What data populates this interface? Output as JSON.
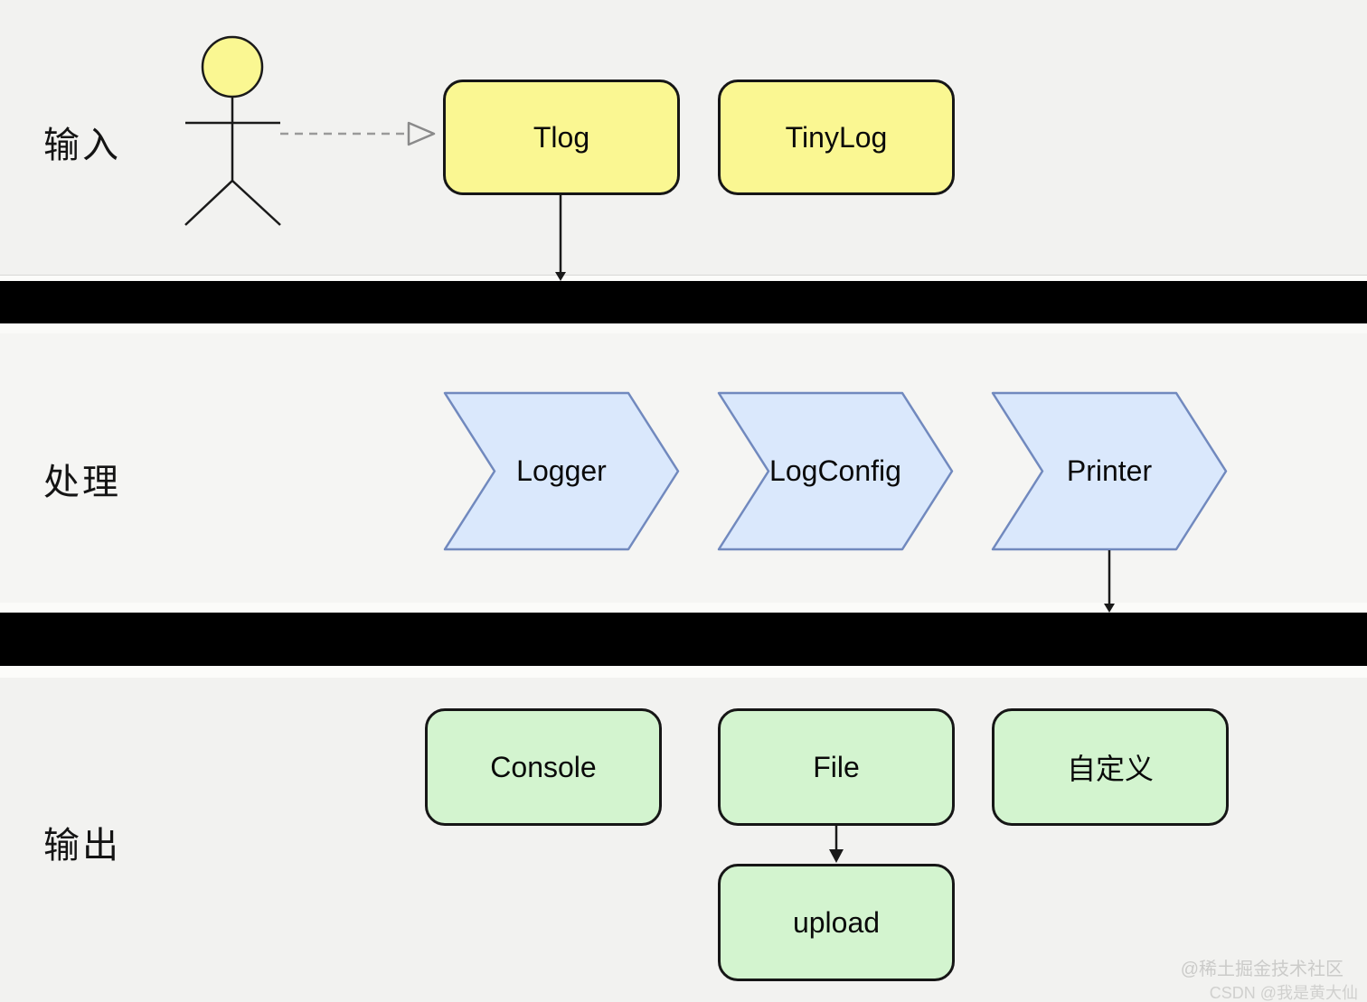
{
  "bands": {
    "input": {
      "label": "输入"
    },
    "process": {
      "label": "处理"
    },
    "output": {
      "label": "输出"
    }
  },
  "nodes": {
    "tlog": {
      "label": "Tlog"
    },
    "tinylog": {
      "label": "TinyLog"
    },
    "logger": {
      "label": "Logger"
    },
    "logconfig": {
      "label": "LogConfig"
    },
    "printer": {
      "label": "Printer"
    },
    "console": {
      "label": "Console"
    },
    "file": {
      "label": "File"
    },
    "custom": {
      "label": "自定义"
    },
    "upload": {
      "label": "upload"
    }
  },
  "watermark": {
    "juejin": "@稀土掘金技术社区",
    "csdn": "CSDN @我是黄大仙"
  },
  "colors": {
    "input_node_fill": "#faf792",
    "input_node_border": "#1a1a1a",
    "process_node_fill": "#dae8fc",
    "process_node_border": "#7189be",
    "output_node_fill": "#d3f4cf",
    "output_node_border": "#1a1a1a",
    "divider_bar": "#000000",
    "connector_black": "#1a1a1a",
    "dashed_arrow_gray": "#8f8f8f",
    "background": "#f2f2f0"
  }
}
